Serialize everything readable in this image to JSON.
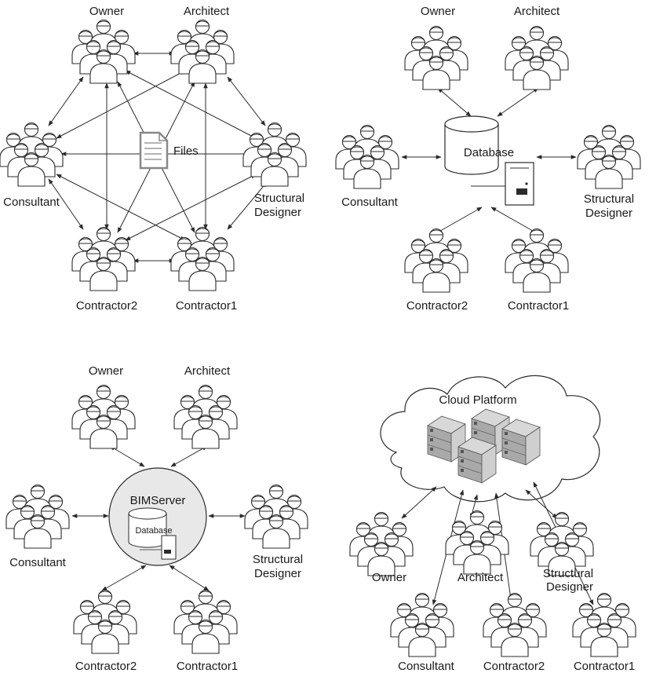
{
  "diagrams": [
    {
      "id": "traditional",
      "center": {
        "label": "Files",
        "icon": "document-icon"
      },
      "nodes": {
        "owner": "Owner",
        "architect": "Architect",
        "consultant": "Consultant",
        "structural_1": "Structural",
        "structural_2": "Designer",
        "contractor2": "Contractor2",
        "contractor1": "Contractor1"
      }
    },
    {
      "id": "database",
      "center": {
        "label": "Database",
        "icon": "database-icon"
      },
      "nodes": {
        "owner": "Owner",
        "architect": "Architect",
        "consultant": "Consultant",
        "structural_1": "Structural",
        "structural_2": "Designer",
        "contractor2": "Contractor2",
        "contractor1": "Contractor1"
      }
    },
    {
      "id": "bimserver",
      "center": {
        "label": "BIMServer",
        "sublabel": "Database",
        "icon": "server-icon"
      },
      "nodes": {
        "owner": "Owner",
        "architect": "Architect",
        "consultant": "Consultant",
        "structural_1": "Structural",
        "structural_2": "Designer",
        "contractor2": "Contractor2",
        "contractor1": "Contractor1"
      }
    },
    {
      "id": "cloud",
      "center": {
        "label": "Cloud Platform",
        "icon": "cloud-icon"
      },
      "nodes": {
        "owner": "Owner",
        "architect": "Architect",
        "structural_1": "Structural",
        "structural_2": "Designer",
        "consultant": "Consultant",
        "contractor2": "Contractor2",
        "contractor1": "Contractor1"
      }
    }
  ]
}
